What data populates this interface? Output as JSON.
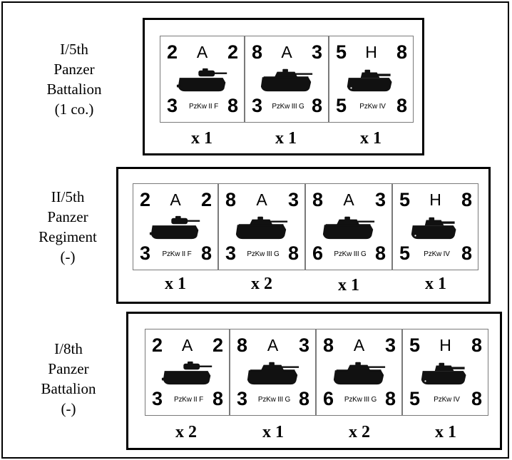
{
  "groups": [
    {
      "label_lines": [
        "I/5th",
        "Panzer",
        "Battalion",
        "(1 co.)"
      ],
      "counters": [
        {
          "attack": "2",
          "type": "A",
          "defense": "2",
          "range": "3",
          "move": "8",
          "name": "PzKw II F",
          "silhouette": "tank-light-icon"
        },
        {
          "attack": "8",
          "type": "A",
          "defense": "3",
          "range": "3",
          "move": "8",
          "name": "PzKw III G",
          "silhouette": "tank-medium-icon"
        },
        {
          "attack": "5",
          "type": "H",
          "defense": "8",
          "range": "5",
          "move": "8",
          "name": "PzKw IV",
          "silhouette": "tank-heavy-icon"
        }
      ],
      "quantities": [
        "x 1",
        "x 1",
        "x 1"
      ]
    },
    {
      "label_lines": [
        "II/5th",
        "Panzer",
        "Regiment",
        "(-)"
      ],
      "counters": [
        {
          "attack": "2",
          "type": "A",
          "defense": "2",
          "range": "3",
          "move": "8",
          "name": "PzKw II F",
          "silhouette": "tank-light-icon"
        },
        {
          "attack": "8",
          "type": "A",
          "defense": "3",
          "range": "3",
          "move": "8",
          "name": "PzKw III G",
          "silhouette": "tank-medium-icon"
        },
        {
          "attack": "8",
          "type": "A",
          "defense": "3",
          "range": "6",
          "move": "8",
          "name": "PzKw III G",
          "silhouette": "tank-medium-icon"
        },
        {
          "attack": "5",
          "type": "H",
          "defense": "8",
          "range": "5",
          "move": "8",
          "name": "PzKw IV",
          "silhouette": "tank-heavy-icon"
        }
      ],
      "quantities": [
        "x 1",
        "x 2",
        "x 1",
        "x 1"
      ]
    },
    {
      "label_lines": [
        "I/8th",
        "Panzer",
        "Battalion",
        "(-)"
      ],
      "counters": [
        {
          "attack": "2",
          "type": "A",
          "defense": "2",
          "range": "3",
          "move": "8",
          "name": "PzKw II F",
          "silhouette": "tank-light-icon"
        },
        {
          "attack": "8",
          "type": "A",
          "defense": "3",
          "range": "3",
          "move": "8",
          "name": "PzKw III G",
          "silhouette": "tank-medium-icon"
        },
        {
          "attack": "8",
          "type": "A",
          "defense": "3",
          "range": "6",
          "move": "8",
          "name": "PzKw III G",
          "silhouette": "tank-medium-icon"
        },
        {
          "attack": "5",
          "type": "H",
          "defense": "8",
          "range": "5",
          "move": "8",
          "name": "PzKw IV",
          "silhouette": "tank-heavy-icon"
        }
      ],
      "quantities": [
        "x 2",
        "x 1",
        "x 2",
        "x 1"
      ]
    }
  ]
}
